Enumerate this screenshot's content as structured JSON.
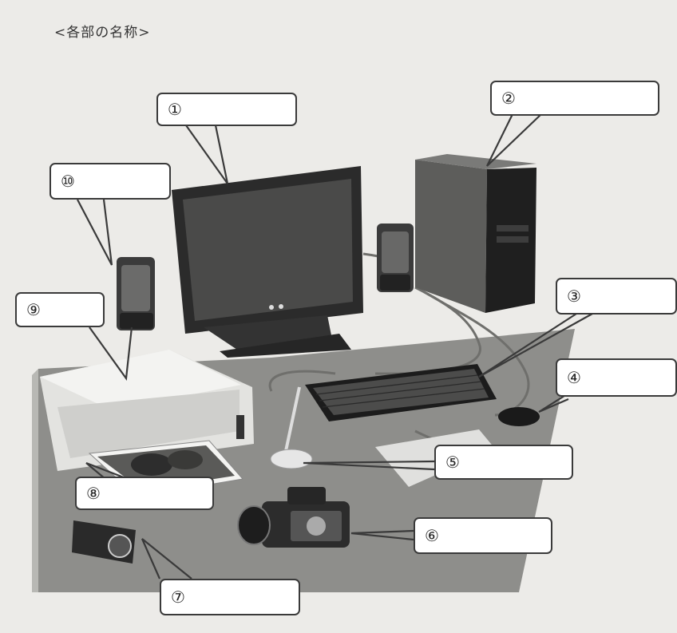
{
  "heading": "<各部の名称>",
  "callouts": [
    {
      "id": "1",
      "number": "①"
    },
    {
      "id": "2",
      "number": "②"
    },
    {
      "id": "3",
      "number": "③"
    },
    {
      "id": "4",
      "number": "④"
    },
    {
      "id": "5",
      "number": "⑤"
    },
    {
      "id": "6",
      "number": "⑥"
    },
    {
      "id": "7",
      "number": "⑦"
    },
    {
      "id": "8",
      "number": "⑧"
    },
    {
      "id": "9",
      "number": "⑨"
    },
    {
      "id": "10",
      "number": "⑩"
    }
  ]
}
